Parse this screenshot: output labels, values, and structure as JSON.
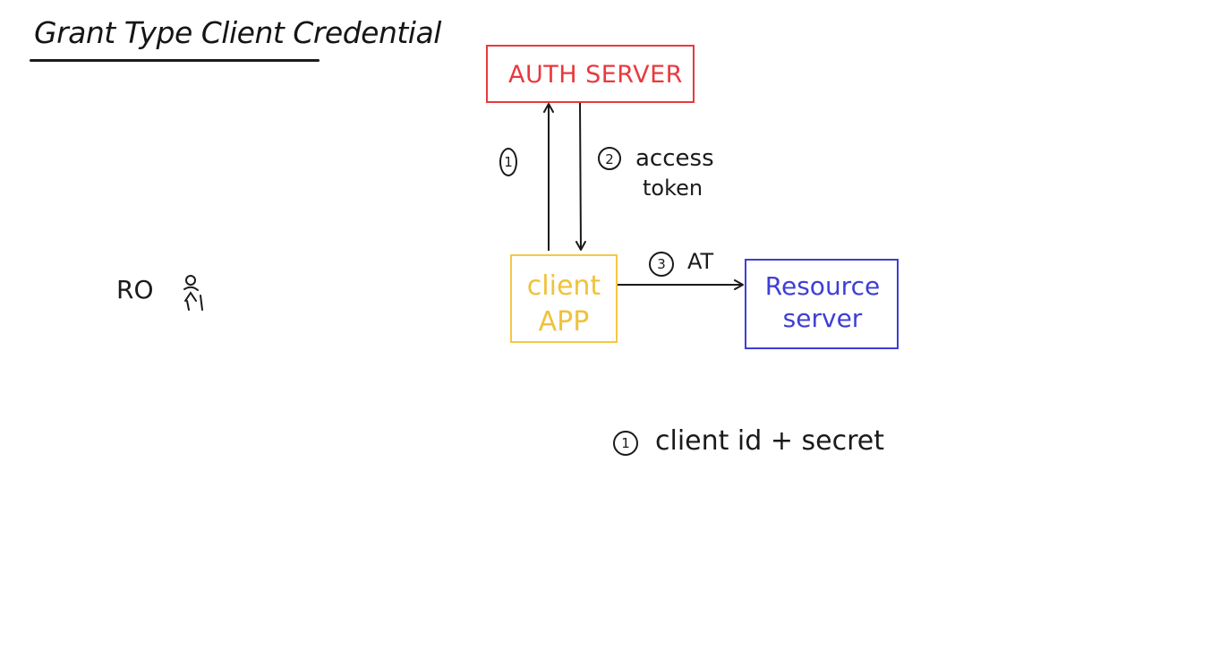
{
  "title": "Grant Type Client Credential",
  "nodes": {
    "auth_server": "AUTH SERVER",
    "client_app": "client APP",
    "resource_server": "Resource server"
  },
  "edges": {
    "step1": {
      "number": "1"
    },
    "step2": {
      "number": "2",
      "label_line1": "access",
      "label_line2": "token"
    },
    "step3": {
      "number": "3",
      "label": "AT"
    }
  },
  "note": {
    "number": "1",
    "text": "client id + secret"
  },
  "resource_owner": {
    "label": "RO",
    "icon": "person-icon"
  },
  "colors": {
    "ink": "#1a1a1a",
    "auth_server": "#e8393e",
    "client_app": "#f7c644",
    "resource_server": "#3d3fd6"
  }
}
